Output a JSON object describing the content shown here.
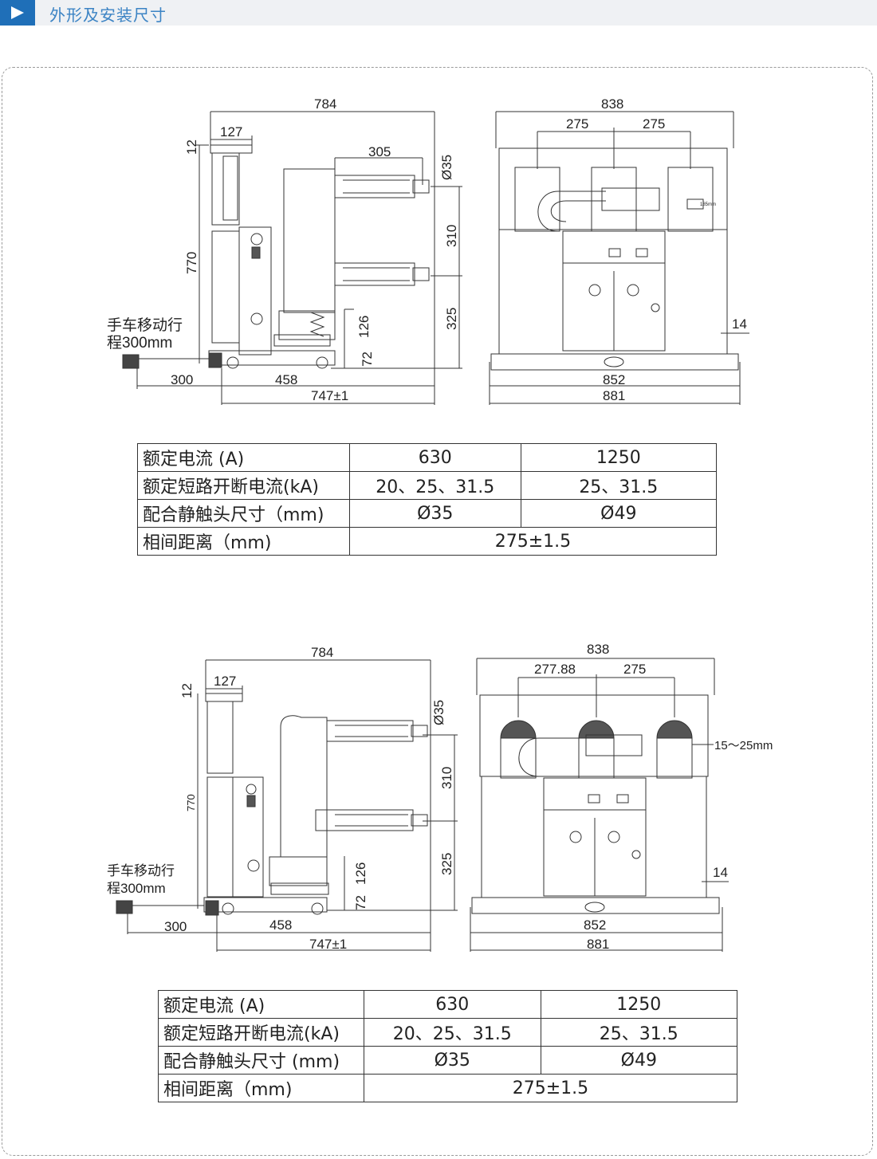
{
  "header": {
    "title": "外形及安装尺寸"
  },
  "drawing1": {
    "side": {
      "top": "784",
      "d127": "127",
      "d12": "12",
      "d305": "305",
      "dia": "Ø35",
      "d310": "310",
      "d770": "770",
      "d325": "325",
      "d126": "126",
      "d72": "72",
      "d300": "300",
      "d458": "458",
      "d747": "747±1",
      "travel1": "手车移动行",
      "travel2": "程300mm"
    },
    "front": {
      "top": "838",
      "p1": "275",
      "p2": "275",
      "d14": "14",
      "d852": "852",
      "d881": "881",
      "note": "185mm"
    }
  },
  "drawing2": {
    "side": {
      "top": "784",
      "d127": "127",
      "d12": "12",
      "dia": "Ø35",
      "d310": "310",
      "d770": "770",
      "d325": "325",
      "d126": "126",
      "d72": "72",
      "d300": "300",
      "d458": "458",
      "d747": "747±1",
      "travel1": "手车移动行",
      "travel2": "程300mm"
    },
    "front": {
      "top": "838",
      "p1": "277.88",
      "p2": "275",
      "range": "15～25mm",
      "d14": "14",
      "d852": "852",
      "d881": "881"
    }
  },
  "table1": {
    "r1": {
      "label": "额定电流 (A)",
      "a": "630",
      "b": "1250"
    },
    "r2": {
      "label": "额定短路开断电流(kA)",
      "a": "20、25、31.5",
      "b": "25、31.5"
    },
    "r3": {
      "label": "配合静触头尺寸（mm)",
      "a": "Ø35",
      "b": "Ø49"
    },
    "r4": {
      "label": "相间距离（mm)",
      "a": "275±1.5"
    }
  },
  "table2": {
    "r1": {
      "label": "额定电流 (A)",
      "a": "630",
      "b": "1250"
    },
    "r2": {
      "label": "额定短路开断电流(kA)",
      "a": "20、25、31.5",
      "b": "25、31.5"
    },
    "r3": {
      "label": "配合静触头尺寸 (mm)",
      "a": "Ø35",
      "b": "Ø49"
    },
    "r4": {
      "label": "相间距离（mm)",
      "a": "275±1.5"
    }
  },
  "colors": {
    "accent": "#1f6fb8",
    "title": "#3b83c4",
    "header_bg": "#eff1f4",
    "line": "#333333"
  }
}
